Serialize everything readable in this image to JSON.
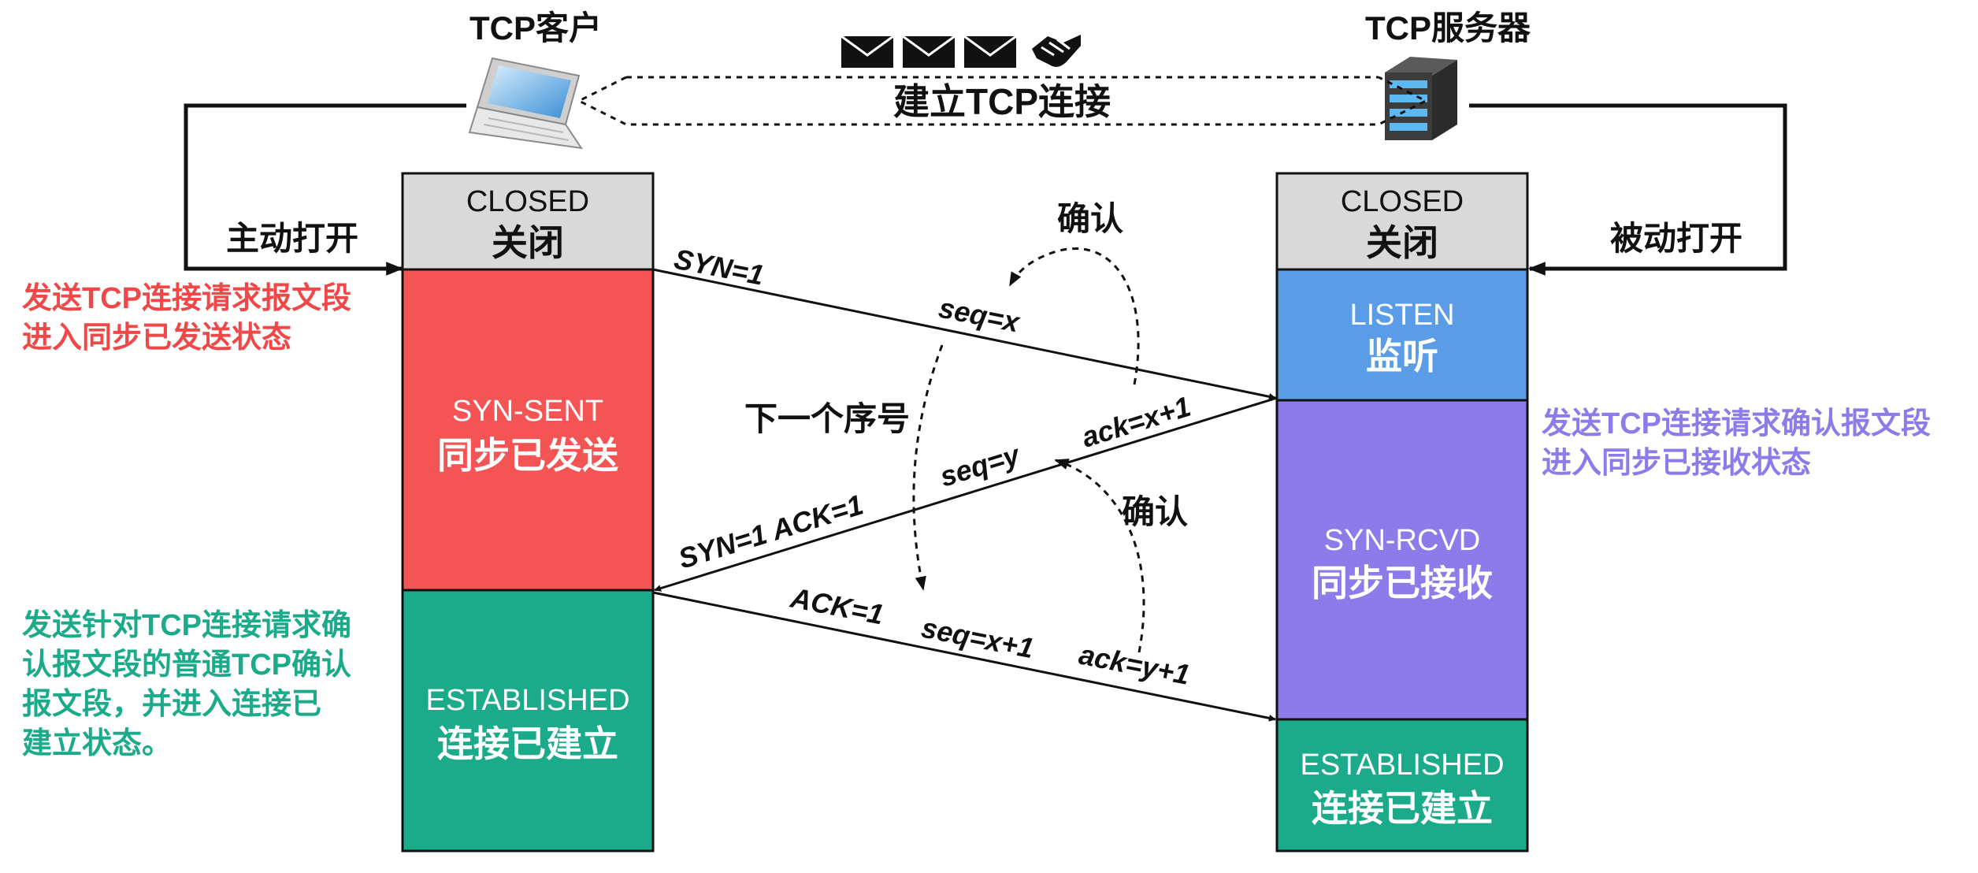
{
  "client": {
    "title": "TCP客户",
    "icon": "laptop-icon"
  },
  "server": {
    "title": "TCP服务器",
    "icon": "server-icon"
  },
  "connection": {
    "label": "建立TCP连接",
    "icons": [
      "envelope-icon",
      "envelope-icon",
      "envelope-icon",
      "handshake-icon"
    ]
  },
  "client_action": "主动打开",
  "server_action": "被动打开",
  "client_states": [
    {
      "en": "CLOSED",
      "zh": "关闭",
      "color": "#d9d9d9",
      "text_color": "#111111"
    },
    {
      "en": "SYN-SENT",
      "zh": "同步已发送",
      "color": "#f55454",
      "text_color": "#ffffff"
    },
    {
      "en": "ESTABLISHED",
      "zh": "连接已建立",
      "color": "#1bab8a",
      "text_color": "#ffffff"
    }
  ],
  "server_states": [
    {
      "en": "CLOSED",
      "zh": "关闭",
      "color": "#d9d9d9",
      "text_color": "#111111"
    },
    {
      "en": "LISTEN",
      "zh": "监听",
      "color": "#5a9de6",
      "text_color": "#ffffff"
    },
    {
      "en": "SYN-RCVD",
      "zh": "同步已接收",
      "color": "#8c7be8",
      "text_color": "#ffffff"
    },
    {
      "en": "ESTABLISHED",
      "zh": "连接已建立",
      "color": "#1bab8a",
      "text_color": "#ffffff"
    }
  ],
  "notes": {
    "client_syn": {
      "lines": [
        "发送TCP连接请求报文段",
        "进入同步已发送状态"
      ],
      "color": "#f04848"
    },
    "server_synack": {
      "lines": [
        "发送TCP连接请求确认报文段",
        "进入同步已接收状态"
      ],
      "color": "#8c7be8"
    },
    "client_ack": {
      "lines": [
        "发送针对TCP连接请求确",
        "认报文段的普通TCP确认",
        "报文段，并进入连接已",
        "建立状态。"
      ],
      "color": "#1bab8a"
    }
  },
  "segments": {
    "syn": {
      "flags": "SYN=1",
      "seq": "seq=x"
    },
    "synack": {
      "flags": "SYN=1  ACK=1",
      "seq": "seq=y",
      "ack": "ack=x+1"
    },
    "ack": {
      "flags": "ACK=1",
      "seq": "seq=x+1",
      "ack": "ack=y+1"
    }
  },
  "annotations": {
    "confirm": "确认",
    "next_seq": "下一个序号"
  }
}
